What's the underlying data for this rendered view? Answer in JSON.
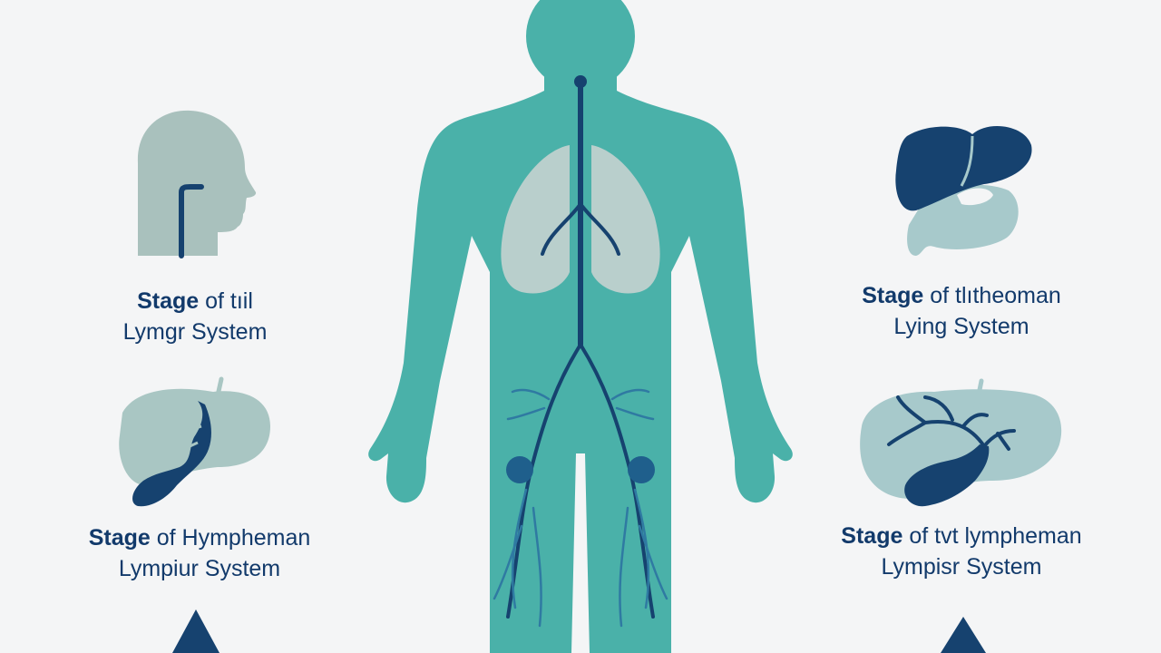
{
  "colors": {
    "background": "#f4f5f6",
    "body": "#4ab1a9",
    "navy": "#16426f",
    "pale_teal": "#a7c9cb",
    "lung": "#b9cfcc",
    "vessel": "#1f5f8c"
  },
  "panels": [
    {
      "id": "top-left",
      "icon": "head-profile-icon",
      "stage_bold": "Stage",
      "stage_rest": " of tıil",
      "line2": "Lymgr System"
    },
    {
      "id": "top-right",
      "icon": "liver-stomach-icon",
      "stage_bold": "Stage",
      "stage_rest": " of tlıthe​oman",
      "line2": "Lying  System"
    },
    {
      "id": "bottom-left",
      "icon": "liver-duct-icon",
      "stage_bold": "Stage",
      "stage_rest": " of Hympheman",
      "line2": "Lympiur System"
    },
    {
      "id": "bottom-right",
      "icon": "liver-branching-icon",
      "stage_bold": "Stage",
      "stage_rest": " of tvt lympheman",
      "line2": "Lympisr System"
    }
  ],
  "center_figure": {
    "icon": "human-body-lymphatic-icon"
  },
  "arrows": [
    "up-arrow-icon",
    "up-arrow-icon"
  ]
}
